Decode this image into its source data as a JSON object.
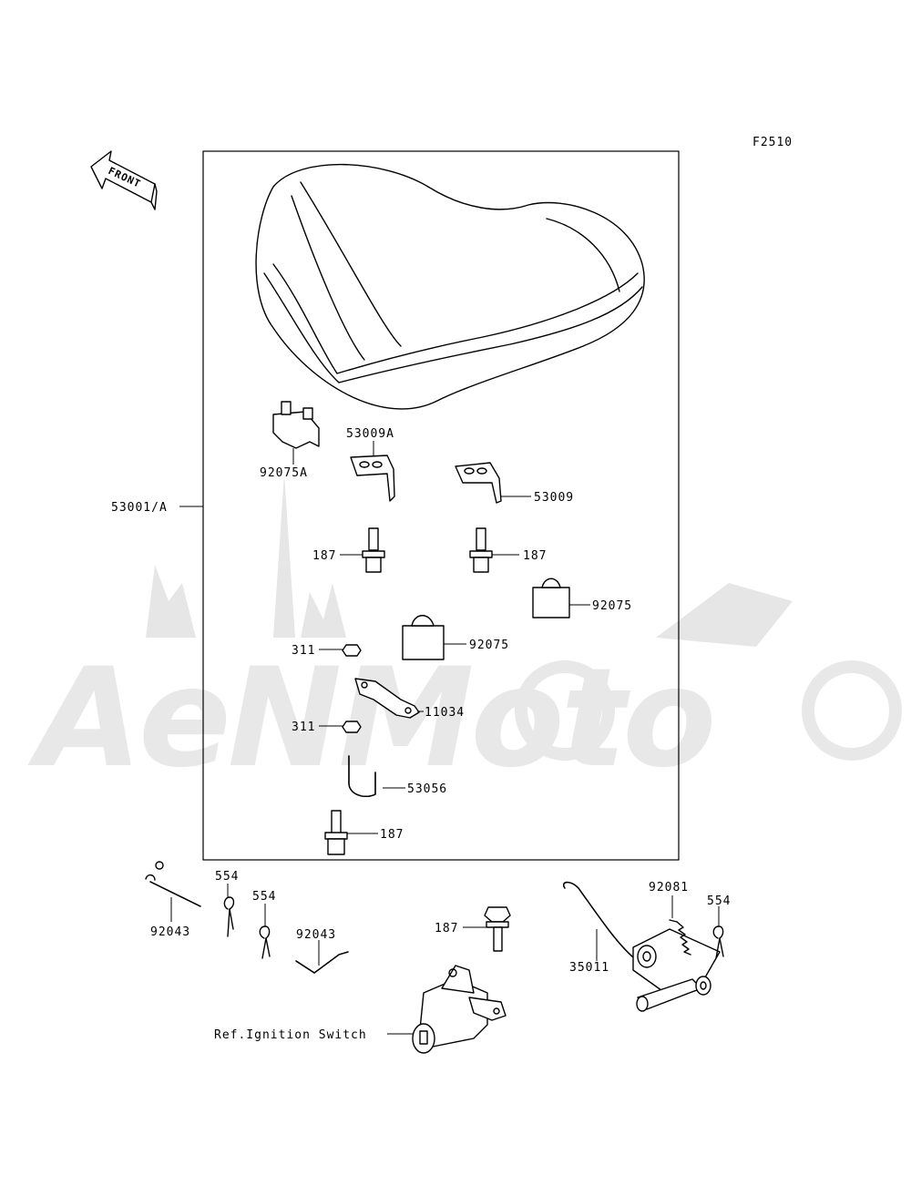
{
  "figure_code": "F2510",
  "front_arrow_label": "FRONT",
  "watermark_text": "AeNMoto",
  "callouts": {
    "seat_assembly": "53001/A",
    "bracket_a": "92075A",
    "stay_a": "53009A",
    "stay": "53009",
    "bolt_left": "187",
    "bolt_right": "187",
    "damper_right": "92075",
    "damper_center": "92075",
    "nut_upper": "311",
    "plate": "11034",
    "nut_lower": "311",
    "hook": "53056",
    "bolt_bottom": "187",
    "pin_left": "92043",
    "clip_1": "554",
    "clip_2": "554",
    "pin_mid": "92043",
    "bolt_lock": "187",
    "ignition_ref": "Ref.Ignition Switch",
    "lever": "35011",
    "spring": "92081",
    "clip_3": "554"
  }
}
